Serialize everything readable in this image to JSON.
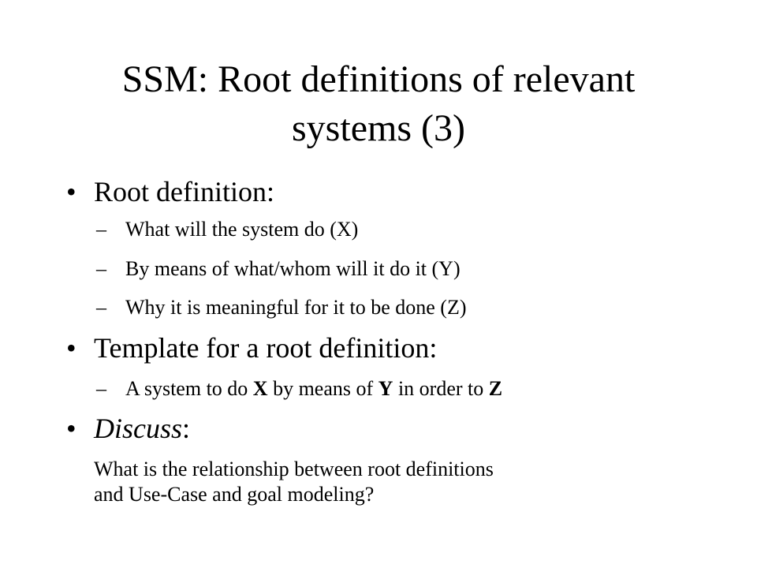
{
  "slide": {
    "title_line1": "SSM: Root definitions of relevant",
    "title_line2": "systems (3)",
    "bullet_glyph": "•",
    "dash_glyph": "–",
    "bullets": [
      {
        "label": "Root definition:",
        "subitems": [
          "What will the system do (X)",
          "By means of what/whom will it do it (Y)",
          "Why it is meaningful for it to be done (Z)"
        ]
      },
      {
        "label": "Template for a root definition:",
        "template": {
          "p1": "A system to do ",
          "x": "X",
          "p2": " by means of ",
          "y": "Y",
          "p3": " in order to ",
          "z": "Z"
        }
      },
      {
        "label_italic": "Discuss",
        "label_suffix": ":",
        "paragraph_line1": "What is the relationship between root definitions",
        "paragraph_line2": "and Use-Case and goal modeling?"
      }
    ]
  }
}
